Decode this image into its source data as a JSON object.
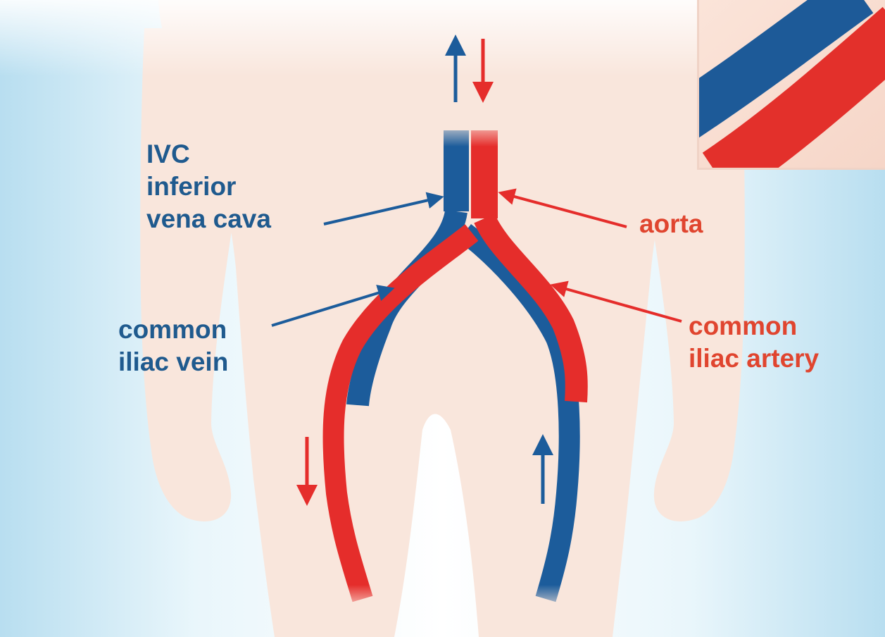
{
  "labels": {
    "ivc_line1": "IVC",
    "ivc_line2": "inferior",
    "ivc_line3": "vena cava",
    "aorta": "aorta",
    "vein_line1": "common",
    "vein_line2": "iliac vein",
    "artery_line1": "common",
    "artery_line2": "iliac artery"
  },
  "colors": {
    "vein": "#1c5c9b",
    "artery": "#e52d2b",
    "vein_text": "#1f5a8e",
    "artery_text": "#e0452f",
    "skin": "#f9e6dc",
    "background": "#bfe3f2"
  }
}
